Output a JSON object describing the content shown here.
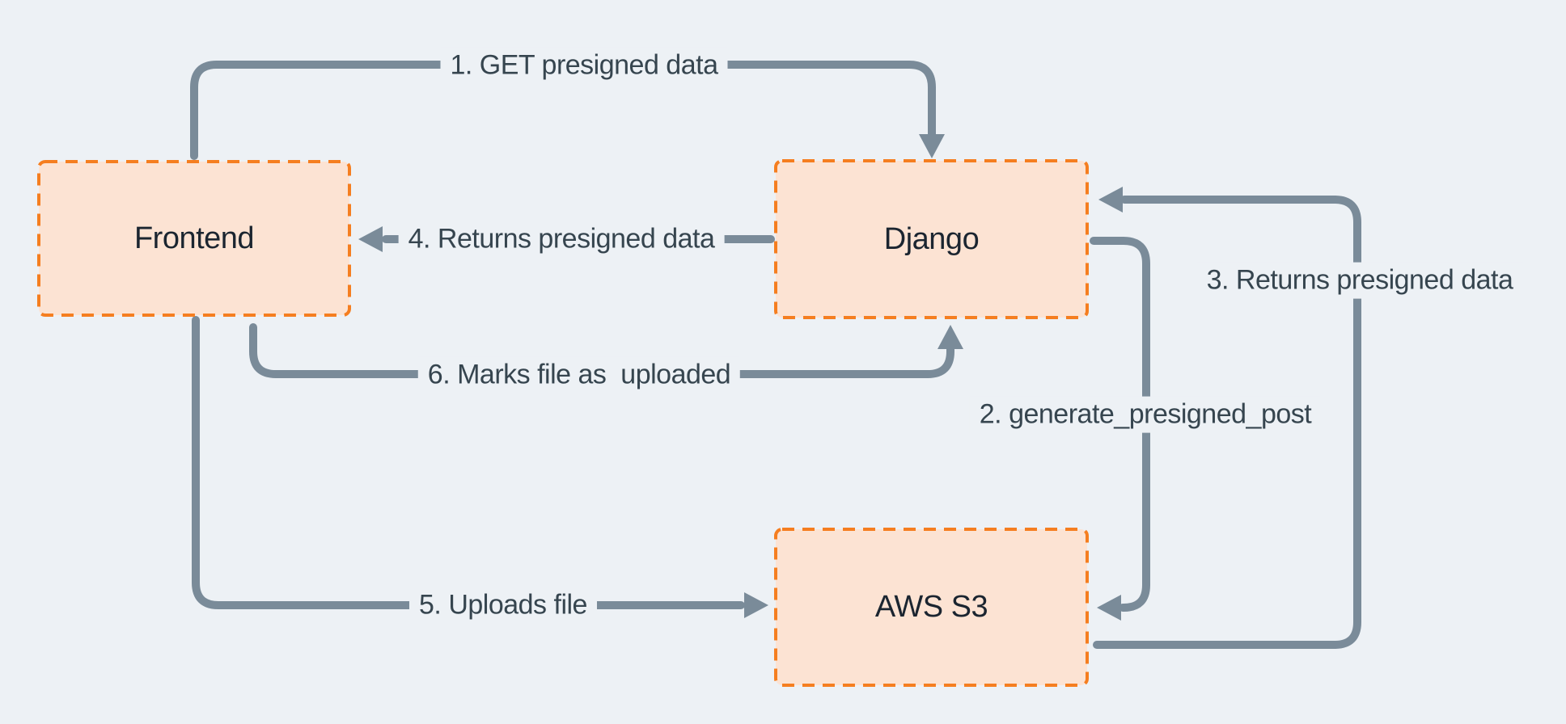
{
  "boxes": [
    {
      "id": "frontend",
      "label": "Frontend"
    },
    {
      "id": "django",
      "label": "Django"
    },
    {
      "id": "aws-s3",
      "label": "AWS S3"
    }
  ],
  "arrows": [
    {
      "id": "step-1",
      "label": "1. GET presigned data",
      "from": "Frontend",
      "to": "Django"
    },
    {
      "id": "step-2",
      "label": "2. generate_presigned_post",
      "from": "Django",
      "to": "AWS S3"
    },
    {
      "id": "step-3",
      "label": "3. Returns presigned data",
      "from": "AWS S3",
      "to": "Django"
    },
    {
      "id": "step-4",
      "label": "4. Returns presigned data",
      "from": "Django",
      "to": "Frontend"
    },
    {
      "id": "step-5",
      "label": "5. Uploads file",
      "from": "Frontend",
      "to": "AWS S3"
    },
    {
      "id": "step-6",
      "label": "6. Marks file as  uploaded",
      "from": "Frontend",
      "to": "Django"
    }
  ],
  "colors": {
    "background": "#EDF1F5",
    "line": "#7A8B99",
    "label_text": "#36454F",
    "box_fill": "#FCE3D3",
    "box_border": "#F57E20",
    "box_text": "#1B2530"
  }
}
